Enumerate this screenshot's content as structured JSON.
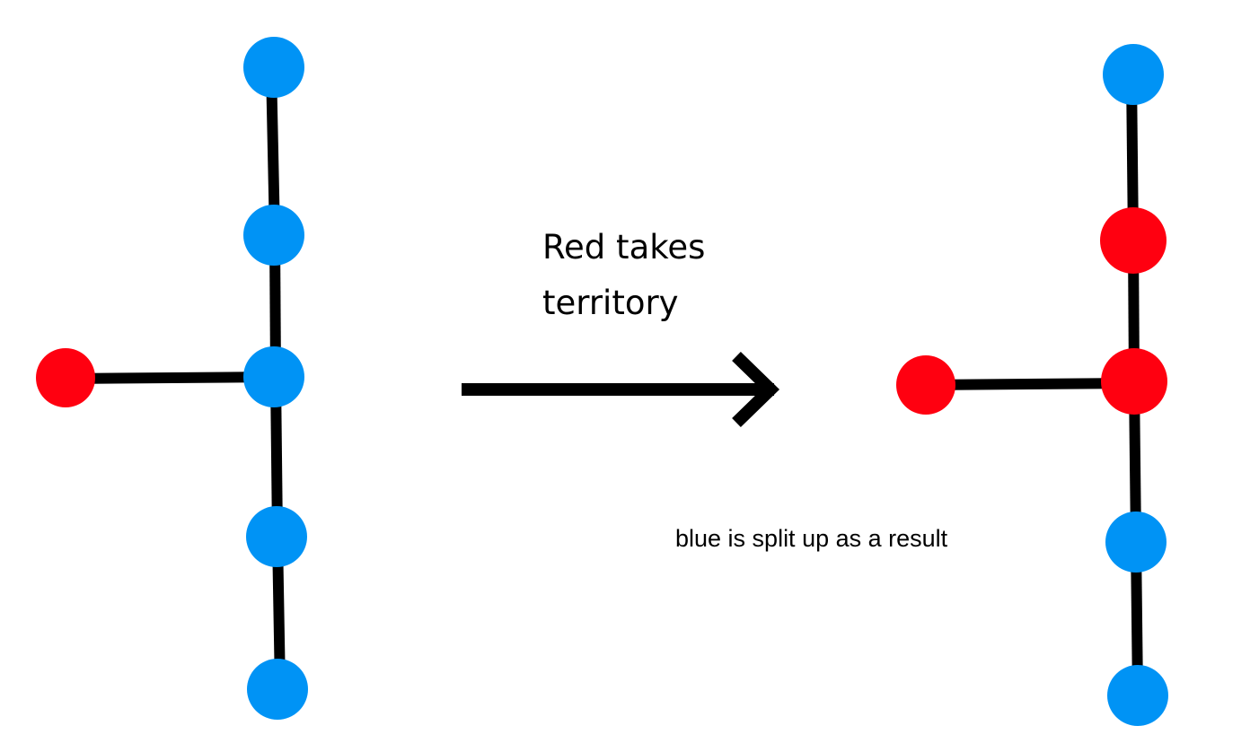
{
  "colors": {
    "blue": "#0093f5",
    "red": "#ff0010",
    "edge": "#000000"
  },
  "labels": {
    "transition_line1": "Red takes",
    "transition_line2": "territory",
    "result_note": "blue is split up as a result"
  },
  "graphs": {
    "before": {
      "nodes": [
        "blue",
        "blue",
        "red",
        "blue",
        "blue",
        "blue"
      ]
    },
    "after": {
      "nodes": [
        "blue",
        "red",
        "red",
        "red",
        "blue",
        "blue"
      ]
    }
  }
}
